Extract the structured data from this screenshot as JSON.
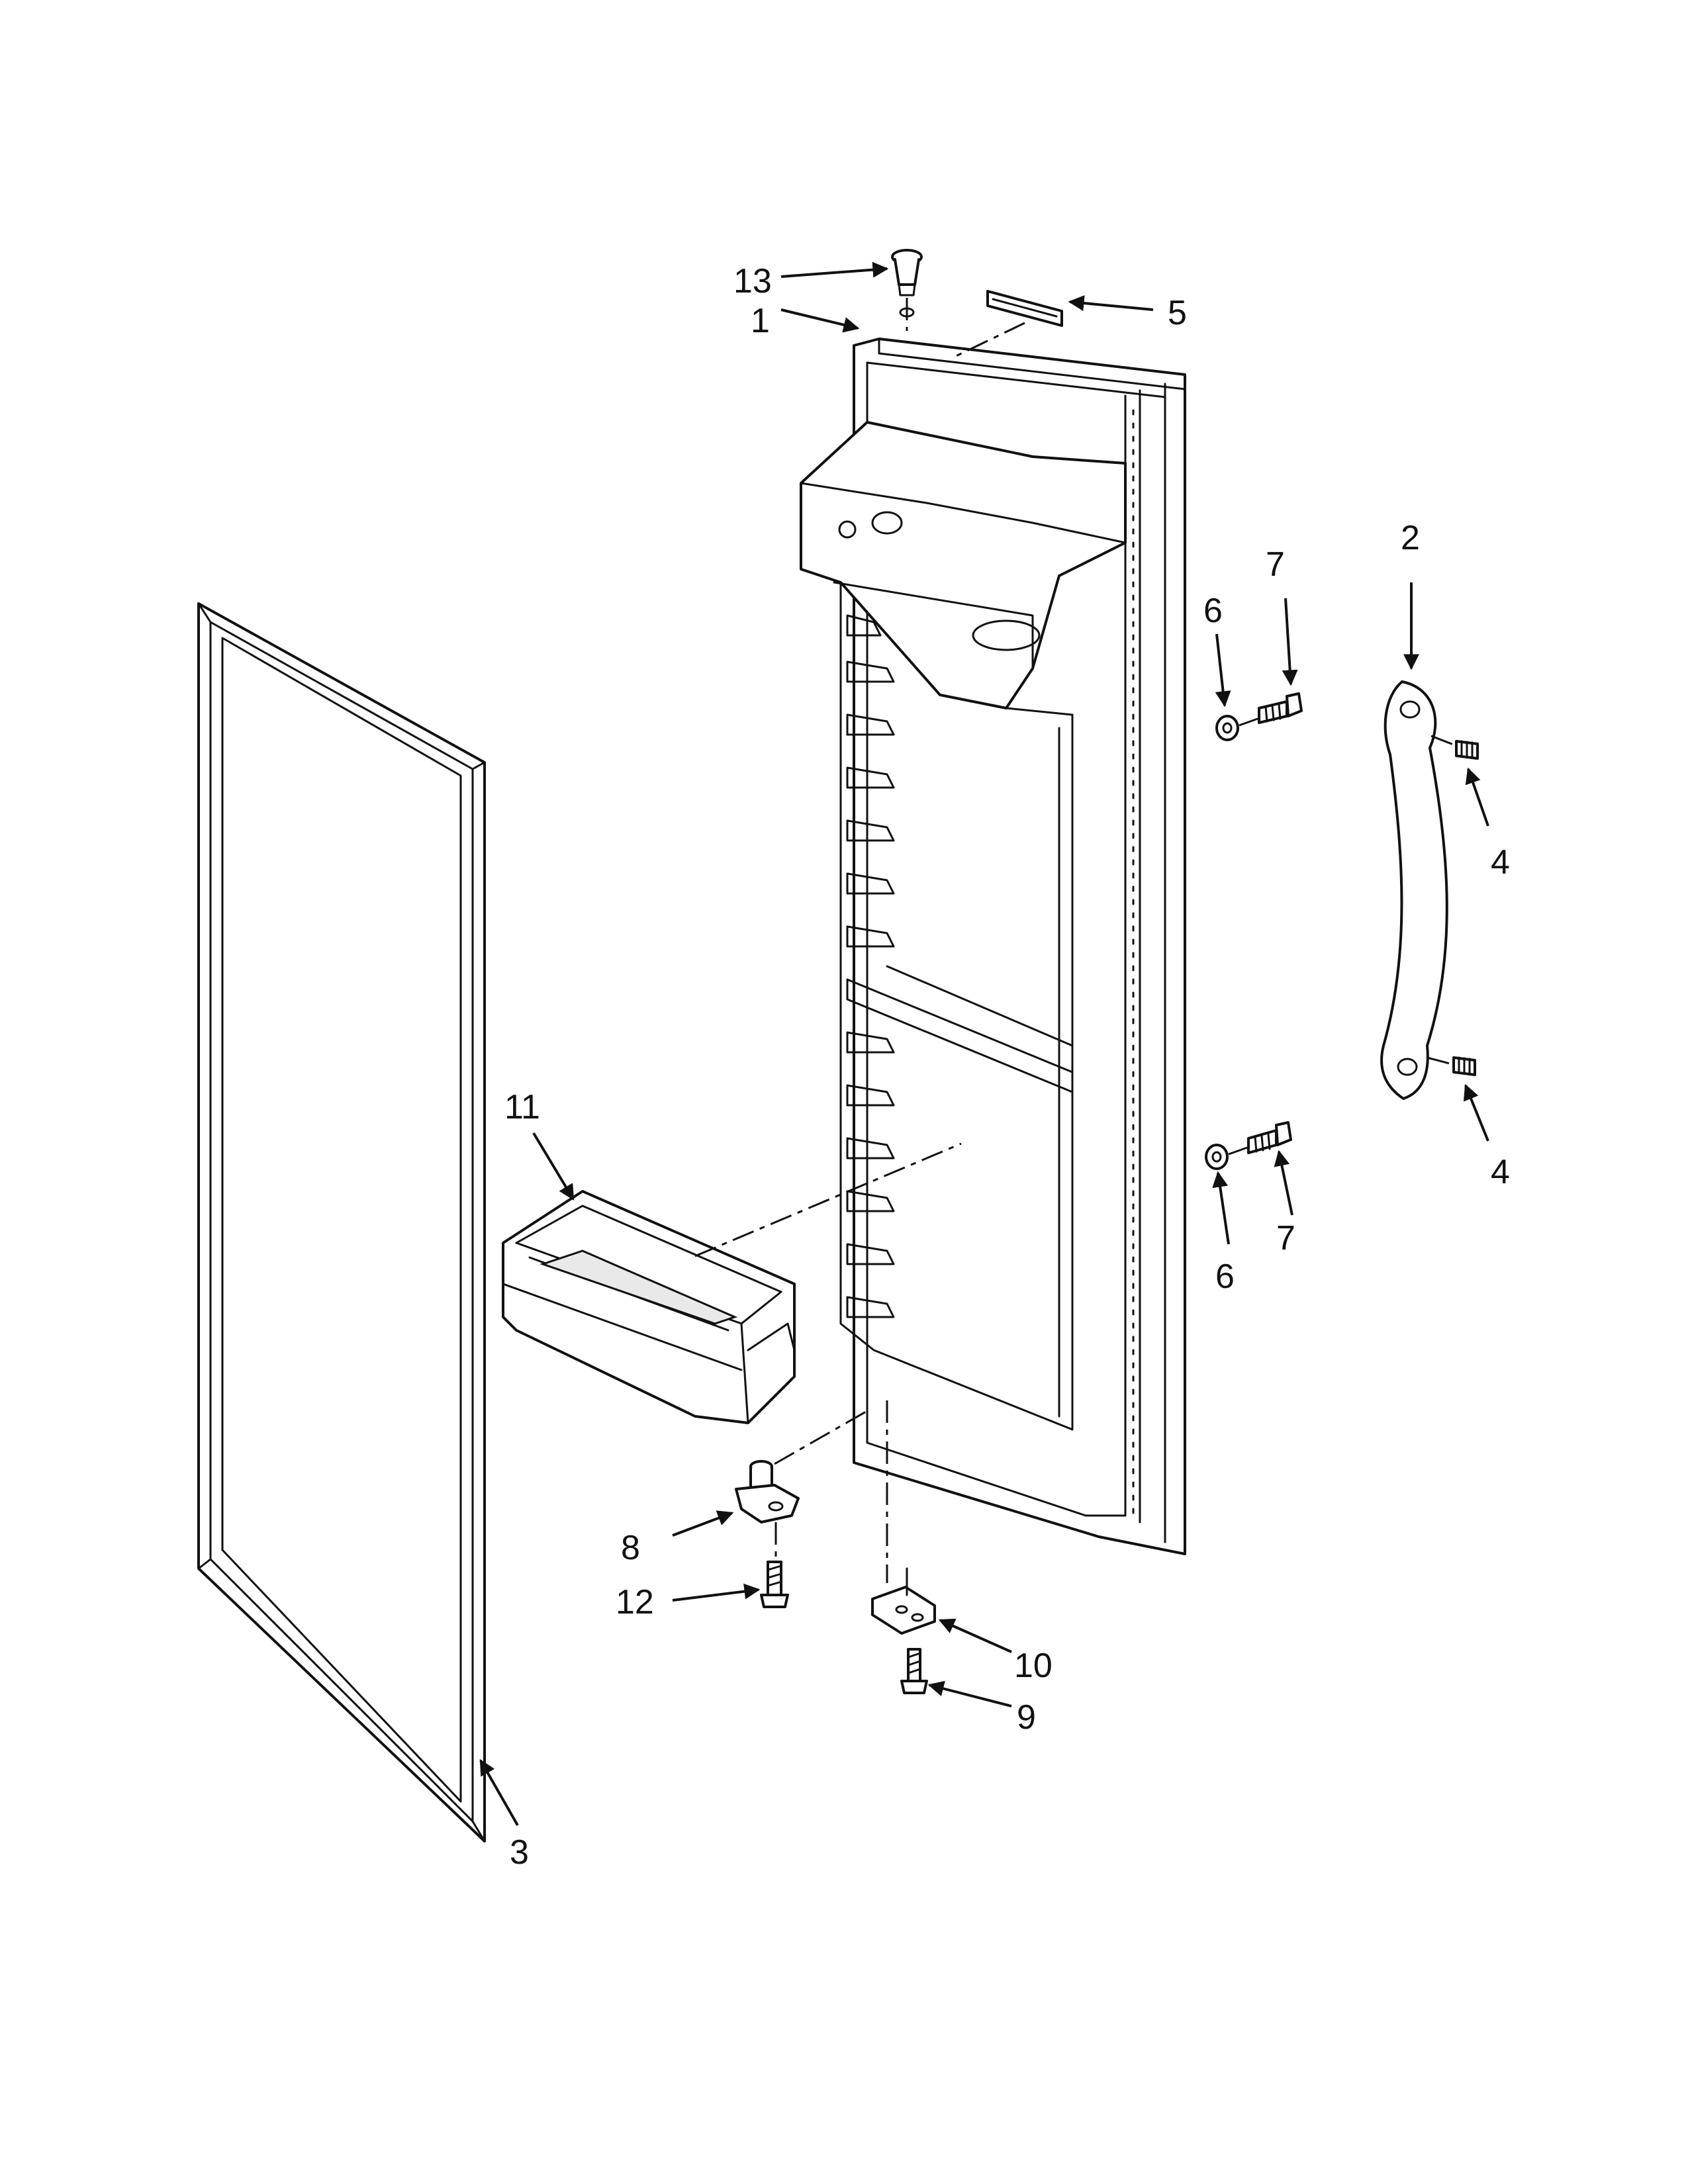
{
  "colors": {
    "ink": "#111111",
    "paper": "#ffffff",
    "shade": "#e9e9e9"
  },
  "callouts": [
    "1",
    "2",
    "3",
    "4",
    "4",
    "5",
    "6",
    "6",
    "7",
    "7",
    "8",
    "9",
    "10",
    "11",
    "12",
    "13"
  ]
}
